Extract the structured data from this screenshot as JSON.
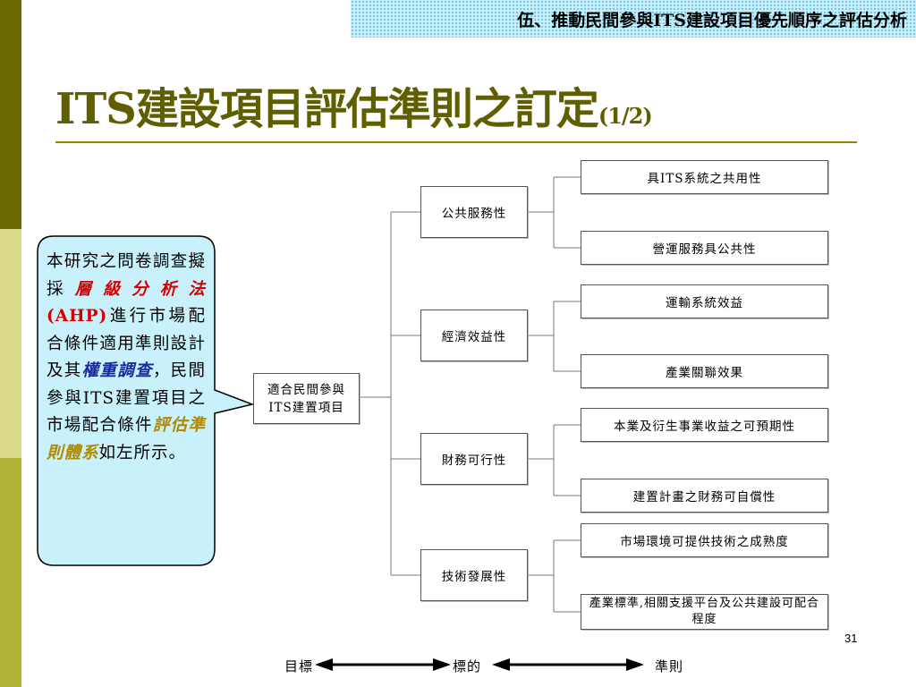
{
  "header": {
    "banner": "伍、推動民間參與ITS建設項目優先順序之評估分析"
  },
  "title": {
    "main": "ITS建設項目評估準則之訂定",
    "suffix": "(1/2)"
  },
  "callout": {
    "p1": "本研究之問卷調查擬採",
    "p2": "層級分析法",
    "p3": " (AHP)",
    "p4": "進行市場配合條件適用準則設計及其",
    "p5": "權重調查",
    "p6": "，民間參與ITS建置項目之市場配合條件",
    "p7": "評估準則體系",
    "p8": "如左所示。"
  },
  "tree": {
    "root": {
      "line1": "適合民間參與",
      "line2": "ITS建置項目"
    },
    "goals": [
      {
        "label": "公共服務性",
        "criteria": [
          "具ITS系統之共用性",
          "營運服務具公共性"
        ]
      },
      {
        "label": "經濟效益性",
        "criteria": [
          "運輸系統效益",
          "產業關聯效果"
        ]
      },
      {
        "label": "財務可行性",
        "criteria": [
          "本業及衍生事業收益之可預期性",
          "建置計畫之財務可自償性"
        ]
      },
      {
        "label": "技術發展性",
        "criteria": [
          "市場環境可提供技術之成熟度",
          "產業標準,相關支援平台及公共建設可配合程度"
        ]
      }
    ]
  },
  "legend": {
    "level1": "目標",
    "level2": "標的",
    "level3": "準則"
  },
  "page_number": "31",
  "colors": {
    "title": "#5f5f00",
    "rule": "#8a8a00",
    "banner_bg": "#c7eef8",
    "callout_fill": "#c9f1fb",
    "emph_red": "#d40000",
    "emph_blue": "#1a2a9e",
    "emph_gold": "#b08a00"
  }
}
